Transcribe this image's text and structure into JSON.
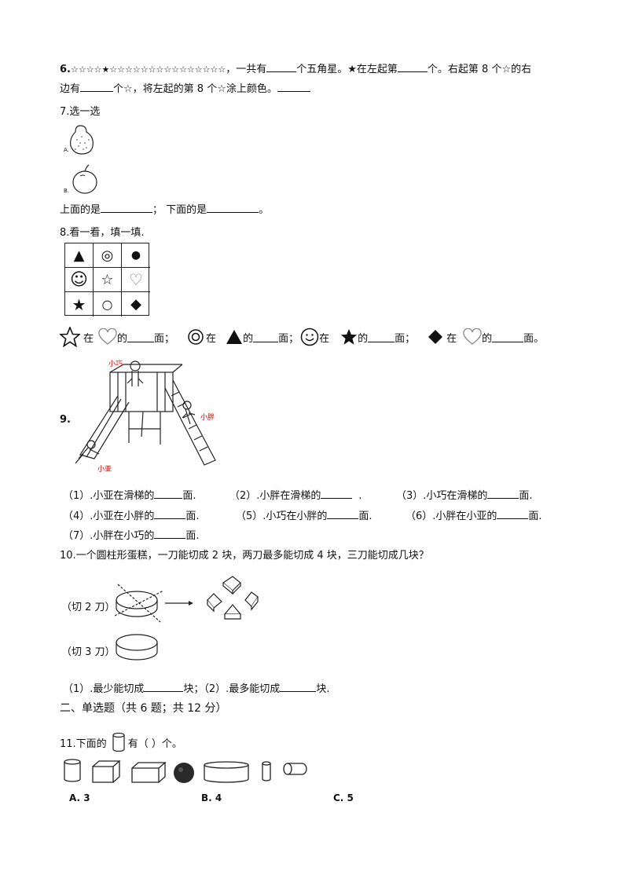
{
  "q6": {
    "number": "6.",
    "stars_left": "☆☆☆☆",
    "star_black": "★",
    "stars_right": "☆☆☆☆☆☆☆☆☆☆☆☆☆☆☆",
    "t1": "，一共有",
    "t2": "个五角星。★在左起第",
    "t3": "个。右起第 8 个☆的右",
    "t4": "边有",
    "t5": "个☆，将左起的第 8 个☆涂上颜色。"
  },
  "q7": {
    "title": "7.选一选",
    "label_a": "A.",
    "label_b": "B.",
    "t1": "上面的是",
    "t2": "；   下面的是",
    "t3": "。"
  },
  "q8": {
    "title": "8.看一看，填一填.",
    "grid": [
      "▲",
      "◎",
      "●",
      "☺",
      "☆",
      "♡",
      "★",
      "○",
      "◆"
    ],
    "s1": "在",
    "s2": "的",
    "s3": "面；",
    "s_mid_de": "的",
    "s_end": "面。"
  },
  "q9": {
    "number": "9.",
    "label_xiaoqiao": "小巧",
    "label_xiaopang": "小胖",
    "label_xiaoya": "小亚",
    "items": [
      {
        "pre": "（1）.小亚在滑梯的",
        "post": "面."
      },
      {
        "pre": "（2）.小胖在滑梯的",
        "post": "."
      },
      {
        "pre": "（3）.小巧在滑梯的",
        "post": "面."
      },
      {
        "pre": "（4）.小亚在小胖的",
        "post": "面."
      },
      {
        "pre": "（5）.小巧在小胖的",
        "post": "面."
      },
      {
        "pre": "（6）.小胖在小亚的",
        "post": "面."
      },
      {
        "pre": "（7）.小胖在小巧的",
        "post": "面."
      }
    ]
  },
  "q10": {
    "title": "10.一个圆柱形蛋糕，一刀能切成 2 块，两刀最多能切成 4 块，三刀能切成几块？",
    "label_2": "（切 2 刀）",
    "label_3": "（切 3 刀）",
    "ans1_pre": "（1）.最少能切成",
    "ans1_post": "块；（2）.最多能切成",
    "ans2_post": "块."
  },
  "section2": {
    "title": "二、单选题（共 6 题；共 12 分）"
  },
  "q11": {
    "pre": "11.下面的",
    "post": "有（     ）个。",
    "opt_a": "A. 3",
    "opt_b": "B. 4",
    "opt_c": "C. 5"
  }
}
